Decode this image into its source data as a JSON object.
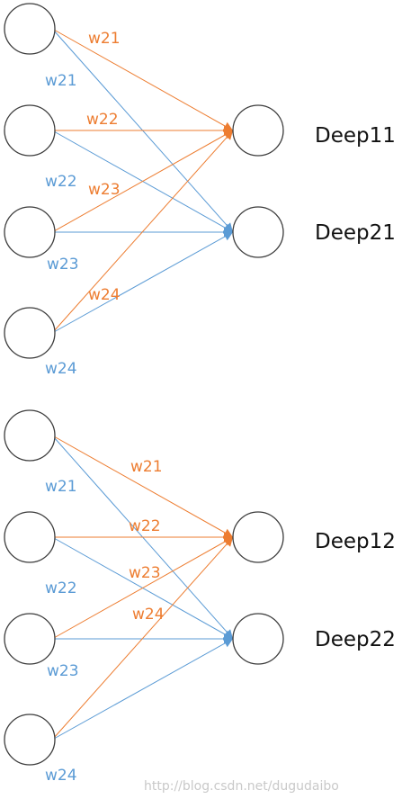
{
  "colors": {
    "orange": "#ed7d31",
    "blue": "#5b9bd5",
    "node_stroke": "#3c3c3c"
  },
  "groups": [
    {
      "id": "group-1",
      "outputs": [
        {
          "label": "Deep11",
          "color_key": "orange"
        },
        {
          "label": "Deep21",
          "color_key": "blue"
        }
      ],
      "orange_weights": [
        "w21",
        "w22",
        "w23",
        "w24"
      ],
      "blue_weights": [
        "w21",
        "w22",
        "w23",
        "w24"
      ]
    },
    {
      "id": "group-2",
      "outputs": [
        {
          "label": "Deep12",
          "color_key": "orange"
        },
        {
          "label": "Deep22",
          "color_key": "blue"
        }
      ],
      "orange_weights": [
        "w21",
        "w22",
        "w23",
        "w24"
      ],
      "blue_weights": [
        "w21",
        "w22",
        "w23",
        "w24"
      ]
    }
  ],
  "watermark": "http://blog.csdn.net/dugudaibo"
}
